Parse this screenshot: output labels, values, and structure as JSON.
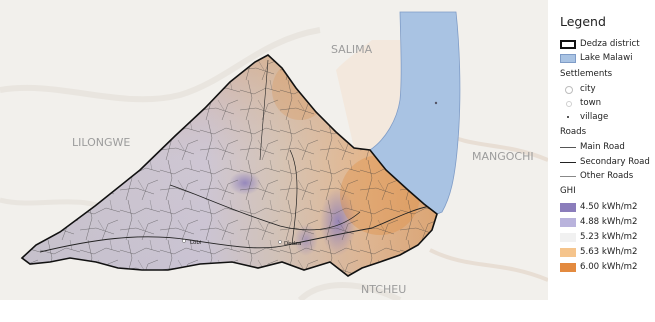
{
  "map": {
    "place_labels": {
      "salima": "SALIMA",
      "lilongwe": "LILONGWE",
      "mangochi": "MANGOCHI",
      "ntcheu": "NTCHEU",
      "lobi": "Lobi",
      "dedza": "Dedza"
    },
    "colors": {
      "lake": "#a9c3e3",
      "district_border": "#111111",
      "ghi_low": "#8b7dbb",
      "ghi_high": "#e38a3f",
      "basemap": "#f2f0ec"
    }
  },
  "legend": {
    "title": "Legend",
    "layers": [
      {
        "label": "Dedza district",
        "symbol": "polygon-outline",
        "color": "#111111"
      },
      {
        "label": "Lake Malawi",
        "symbol": "polygon-fill",
        "color": "#a9c3e3"
      }
    ],
    "settlements": {
      "heading": "Settlements",
      "items": [
        {
          "label": "city",
          "symbol": "circle-large"
        },
        {
          "label": "town",
          "symbol": "circle-small"
        },
        {
          "label": "village",
          "symbol": "dot"
        }
      ]
    },
    "roads": {
      "heading": "Roads",
      "items": [
        {
          "label": "Main Road",
          "symbol": "line-thin"
        },
        {
          "label": "Secondary Road",
          "symbol": "line-medium"
        },
        {
          "label": "Other Roads",
          "symbol": "line-faint"
        }
      ]
    },
    "ghi": {
      "heading": "GHI",
      "items": [
        {
          "label": "4.50 kWh/m2",
          "color": "#8b7dbb"
        },
        {
          "label": "4.88 kWh/m2",
          "color": "#b9b3dc"
        },
        {
          "label": "5.23 kWh/m2",
          "color": "#f1f1f1"
        },
        {
          "label": "5.63 kWh/m2",
          "color": "#f5c48c"
        },
        {
          "label": "6.00 kWh/m2",
          "color": "#e38a3f"
        }
      ]
    }
  }
}
